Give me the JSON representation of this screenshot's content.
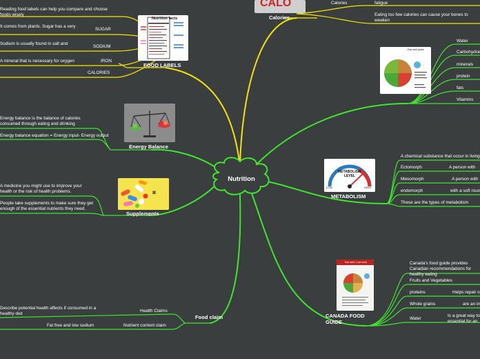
{
  "root": {
    "label": "Nutrition"
  },
  "colors": {
    "background": "#3b3e3f",
    "yellow": "#f2e600",
    "green": "#3ee62e",
    "text": "#ffffff"
  },
  "food_labels": {
    "title": "FOOD LABELS",
    "intro": "Reading food labels can help you compare and choose foods wisely",
    "sugar": {
      "label": "SUGAR",
      "text": "It comes from plants. Sugar has a very"
    },
    "sodium": {
      "label": "SODIUM",
      "text": "Sodium is usually found in salt and"
    },
    "iron": {
      "label": "IRON",
      "text": "A mineral that is necessary for oxygen"
    },
    "calories": {
      "label": "CALORIES"
    },
    "image": {
      "heading": "Nutrition facts",
      "icon": "nutrition-label-image"
    }
  },
  "calories_branch": {
    "title": "Calories",
    "node": "Calories",
    "items": [
      "fatigue",
      "Eating too few calories can cause your bones to weaken"
    ],
    "image": {
      "icon": "calories-image",
      "word": "CALO"
    }
  },
  "energy_balance": {
    "title": "Energy Balance",
    "items": [
      "Energy balance is the balance of calories consumed through eating and drinking",
      "Energy balance equation = Energy input- Energy output"
    ],
    "image": {
      "icon": "scale-image"
    }
  },
  "supplements": {
    "title": "Supplements",
    "items": [
      "A medicine you might use to improve your health or the risk of health problems.",
      "People take supplements to make sure they get enough of the essential nutrients they need."
    ],
    "image": {
      "icon": "pills-image"
    }
  },
  "food_claim": {
    "title": "Food claim",
    "health_claims": {
      "label": "Health Claims",
      "text": "Describe potential health affects if consumed in a healthy diet"
    },
    "nutrient_content_claim": {
      "label": "Nutrient content claim",
      "text": "Fat free and low sodium"
    }
  },
  "plate_branch": {
    "items": [
      "Water",
      "Carbohydrates",
      "minerals",
      "protein",
      "fats",
      "Vitamins"
    ],
    "image": {
      "icon": "healthy-plate-image",
      "heading": "Eat well plate"
    }
  },
  "metabolism": {
    "title": "METABOLISM",
    "definition": "A chemical substance that occur in living",
    "types": [
      {
        "label": "Ectomorph",
        "text": "A person with"
      },
      {
        "label": "Mesomorph",
        "text": "A person with"
      },
      {
        "label": "endomorph",
        "text": "with a soft round"
      }
    ],
    "summary": "These are the types of metabolism",
    "image": {
      "icon": "metabolism-gauge-image",
      "line1": "METABOLISM",
      "line2": "LEVEL",
      "low": "LOW",
      "high": "HIGH"
    }
  },
  "canada_food_guide": {
    "title": "CANADA FOOD GUIDE",
    "items": [
      {
        "label": "Canada's food guide provides Canadian recommendations for healthy eating",
        "text": ""
      },
      {
        "label": "Fruits and Vegetables",
        "text": ""
      },
      {
        "label": "proteins",
        "text": "Helps repair cells"
      },
      {
        "label": "Whole grains",
        "text": "are an important"
      },
      {
        "label": "Water",
        "text": "Is a great way to essential for an"
      }
    ],
    "image": {
      "icon": "food-guide-image",
      "heading": "Eat well. Live well."
    }
  }
}
